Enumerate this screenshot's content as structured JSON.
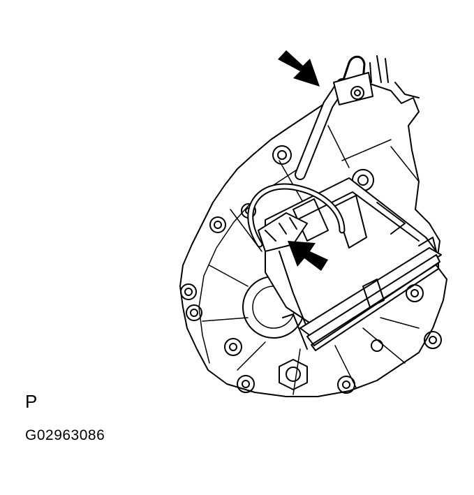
{
  "diagram": {
    "view_label": "P",
    "figure_id": "G02963086",
    "ink_color": "#000000",
    "background_color": "#ffffff",
    "callouts": [
      {
        "name": "upper-arrow",
        "points_to": "wire-clamp-bolt"
      },
      {
        "name": "lower-arrow",
        "points_to": "connector-bracket"
      }
    ]
  }
}
